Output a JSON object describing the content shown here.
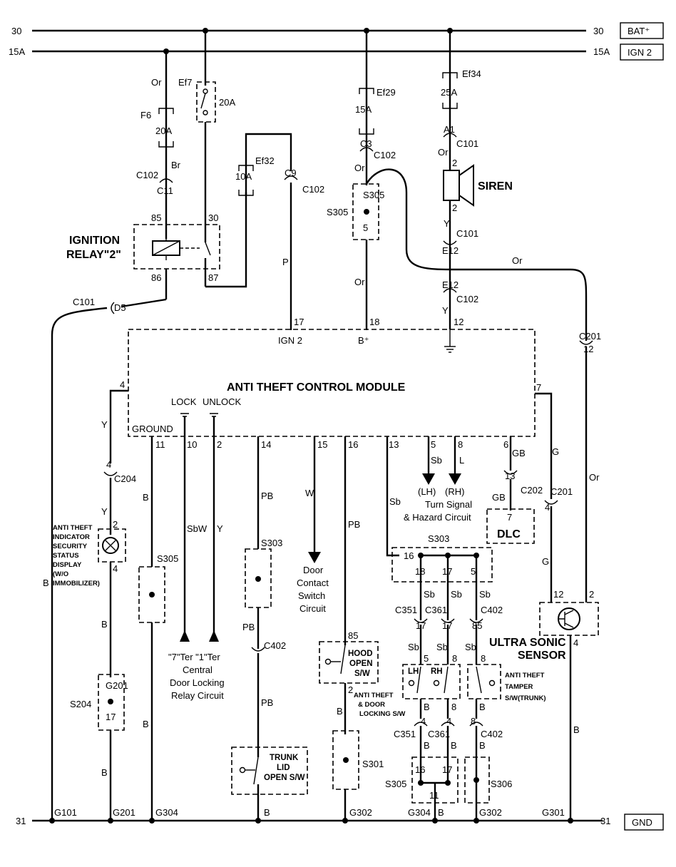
{
  "rails": {
    "top_left": "30",
    "top_right": "30",
    "bat_box": "BAT⁺",
    "ign_left": "15A",
    "ign_right": "15A",
    "ign_box": "IGN 2",
    "gnd_left": "31",
    "gnd_right": "31",
    "gnd_box": "GND"
  },
  "fuses": {
    "f6": "F6",
    "f6_amp": "20A",
    "f6_wire": "Or",
    "ef7": "Ef7",
    "ef7_amp": "20A",
    "ef32": "Ef32",
    "ef32_amp": "10A",
    "ef29": "Ef29",
    "ef29_amp": "15A",
    "ef34": "Ef34",
    "ef34_amp": "25A"
  },
  "relay": {
    "title1": "IGNITION",
    "title2": "RELAY\"2\"",
    "p85": "85",
    "p86": "86",
    "p30": "30",
    "p87": "87"
  },
  "connectors": {
    "c102": "C102",
    "c101": "C101",
    "c11": "C11",
    "c9": "C9",
    "c3": "C3",
    "a1": "A1",
    "d5": "D5",
    "e12": "E12",
    "c201": "C201",
    "c204": "C204",
    "c202": "C202",
    "c351": "C351",
    "c361": "C361",
    "c402": "C402"
  },
  "wires": {
    "br": "Br",
    "p": "P",
    "or": "Or",
    "y": "Y",
    "b": "B",
    "pb": "PB",
    "w": "W",
    "sb": "Sb",
    "l": "L",
    "gb": "GB",
    "g": "G",
    "sbw": "SbW"
  },
  "module": {
    "title": "ANTI THEFT CONTROL MODULE",
    "ign2": "IGN 2",
    "bplus": "B⁺",
    "ground": "GROUND",
    "lock": "LOCK",
    "unlock": "UNLOCK",
    "pin17": "17",
    "pin18": "18",
    "pin12": "12",
    "pin4": "4",
    "pin7": "7",
    "pin11": "11",
    "pin10": "10",
    "pin2": "2",
    "pin14": "14",
    "pin15": "15",
    "pin16": "16",
    "pin13": "13",
    "pin5": "5",
    "pin8": "8",
    "pin6": "6"
  },
  "components": {
    "siren": "SIREN",
    "indicator1": "ANTI THEFT",
    "indicator2": "INDICATOR",
    "indicator3": "SECURITY",
    "indicator4": "STATUS",
    "indicator5": "DISPLAY",
    "indicator6": "(W/O",
    "indicator7": "IMMOBILIZER)",
    "door1": "Door",
    "door2": "Contact",
    "door3": "Switch",
    "door4": "Circuit",
    "turn1": "(LH)",
    "turn2": "(RH)",
    "turn3": "Turn Signal",
    "turn4": "& Hazard Circuit",
    "dlc": "DLC",
    "central1": "\"7\"Ter \"1\"Ter",
    "central2": "Central",
    "central3": "Door Locking",
    "central4": "Relay Circuit",
    "hood1": "HOOD",
    "hood2": "OPEN",
    "hood3": "S/W",
    "atdl1": "ANTI THEFT",
    "atdl2": "& DOOR",
    "atdl3": "LOCKING S/W",
    "lh": "LH",
    "rh": "RH",
    "trunk1": "TRUNK",
    "trunk2": "LID",
    "trunk3": "OPEN S/W",
    "uss1": "ULTRA SONIC",
    "uss2": "SENSOR",
    "tamper1": "ANTI THEFT",
    "tamper2": "TAMPER",
    "tamper3": "S/W(TRUNK)"
  },
  "splices": {
    "s305": "S305",
    "s303": "S303",
    "s204": "S204",
    "s301": "S301",
    "s306": "S306"
  },
  "grounds": {
    "g101": "G101",
    "g201": "G201",
    "g304": "G304",
    "g302": "G302",
    "g301": "G301"
  }
}
